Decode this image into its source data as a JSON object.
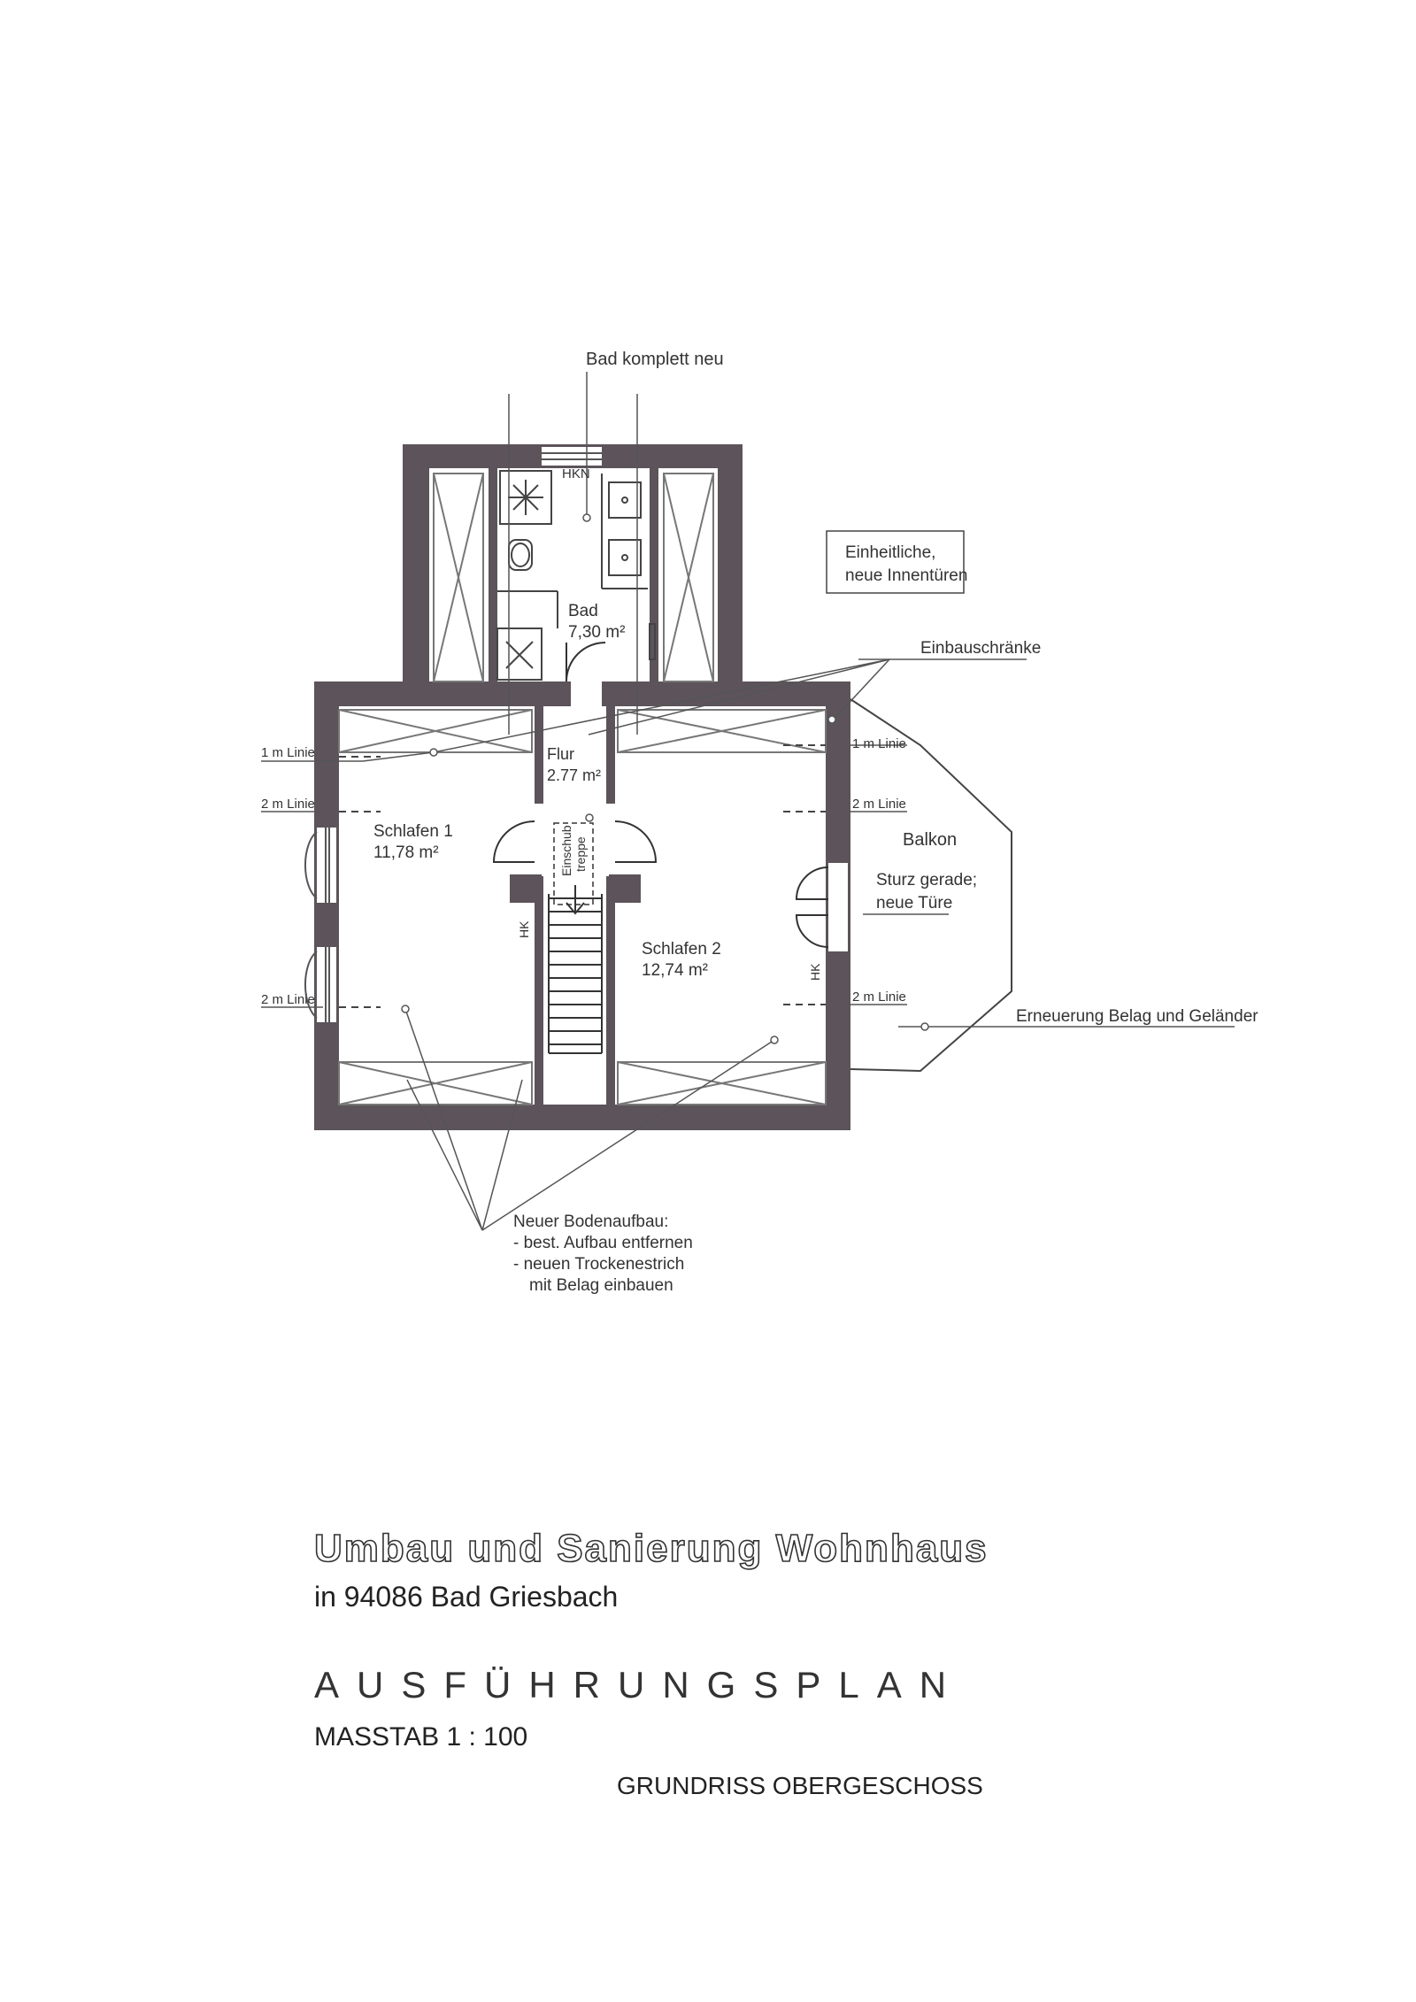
{
  "plan": {
    "wall_color": "#5c545a",
    "annotations": {
      "bad_komplett_neu": "Bad komplett neu",
      "hkn": "HKN",
      "innentueren_line1": "Einheitliche,",
      "innentueren_line2": "neue Innentüren",
      "einbauschraenke": "Einbauschränke",
      "linie_1m": "1 m Linie",
      "linie_2m": "2 m Linie",
      "sturz_line1": "Sturz gerade;",
      "sturz_line2": "neue Türe",
      "erneuerung": "Erneuerung Belag und Geländer",
      "bodenaufbau_line1": "Neuer Bodenaufbau:",
      "bodenaufbau_line2": "- best. Aufbau entfernen",
      "bodenaufbau_line3": "- neuen Trockenestrich",
      "bodenaufbau_line4": "mit Belag einbauen",
      "hk": "HK",
      "einschubtreppe_line1": "Einschub",
      "einschubtreppe_line2": "treppe"
    },
    "rooms": {
      "bad_name": "Bad",
      "bad_area": "7,30 m²",
      "flur_name": "Flur",
      "flur_area": "2.77 m²",
      "schlafen1_name": "Schlafen 1",
      "schlafen1_area": "11,78 m²",
      "schlafen2_name": "Schlafen 2",
      "schlafen2_area": "12,74 m²",
      "balkon_name": "Balkon"
    }
  },
  "title_block": {
    "project": "Umbau und Sanierung Wohnhaus",
    "location": "in 94086 Bad Griesbach",
    "plan_type": "AUSFÜHRUNGSPLAN",
    "scale": "MASSTAB 1 : 100",
    "sheet": "GRUNDRISS OBERGESCHOSS"
  }
}
